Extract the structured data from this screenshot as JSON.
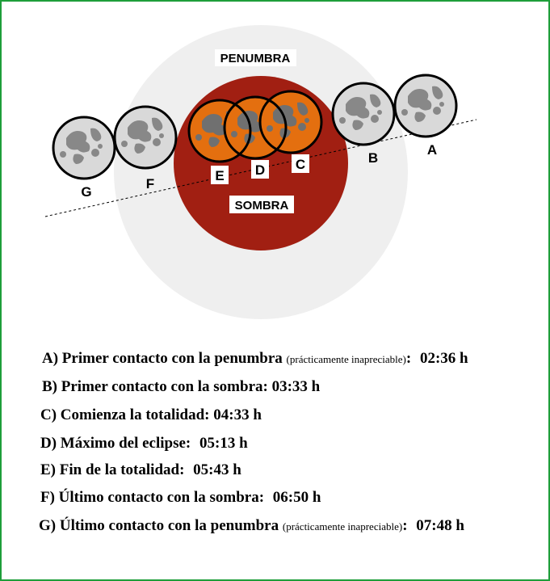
{
  "labels": {
    "penumbra": "PENUMBRA",
    "sombra": "SOMBRA"
  },
  "moons": [
    {
      "letter": "A"
    },
    {
      "letter": "B"
    },
    {
      "letter": "C"
    },
    {
      "letter": "D"
    },
    {
      "letter": "E"
    },
    {
      "letter": "F"
    },
    {
      "letter": "G"
    }
  ],
  "events": [
    {
      "label": "A) Primer contacto con la penumbra",
      "note": "(prácticamente inapreciable)",
      "sep": ":",
      "time": "02:36 h"
    },
    {
      "label": "B) Primer contacto con la sombra:",
      "note": "",
      "sep": "",
      "time": "03:33 h"
    },
    {
      "label": "C) Comienza la totalidad:",
      "note": "",
      "sep": "",
      "time": "04:33 h"
    },
    {
      "label": "D) Máximo del eclipse:",
      "note": "",
      "sep": "",
      "time": "05:13 h"
    },
    {
      "label": "E) Fin de la totalidad:",
      "note": "",
      "sep": "",
      "time": "05:43 h"
    },
    {
      "label": "F) Último contacto con la sombra:",
      "note": "",
      "sep": "",
      "time": "06:50 h"
    },
    {
      "label": "G) Último contacto con la penumbra",
      "note": "(prácticamente inapreciable)",
      "sep": ":",
      "time": "07:48 h"
    }
  ],
  "colors": {
    "frame": "#1e9e3a",
    "penumbra": "#efefef",
    "umbra": "#a11f12",
    "moon_full": "#d9d9d9",
    "moon_eclipsed": "#e46f0f"
  }
}
